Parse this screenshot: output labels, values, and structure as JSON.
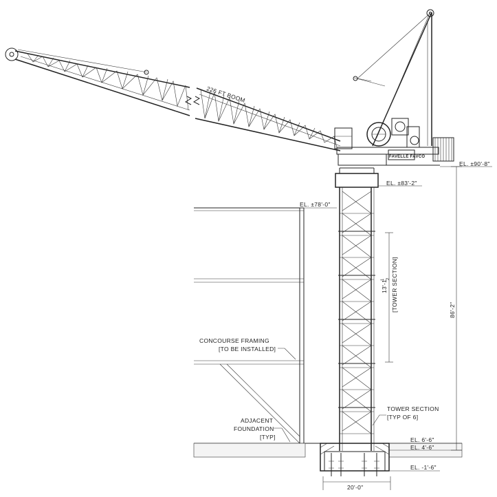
{
  "labels": {
    "boom": "226 FT BOOM",
    "el_top": "EL. ±90'-8\"",
    "el_collar": "EL. ±83'-2\"",
    "el_concourse": "EL. ±78'-0\"",
    "height_dim": "86'-2\"",
    "tower_section_dim_value": "13'-1",
    "tower_section_dim_frac_num": "1",
    "tower_section_dim_frac_den": "2",
    "tower_section_dim_note": "[TOWER SECTION]",
    "concourse_line1": "CONCOURSE FRAMING",
    "concourse_line2": "[TO BE INSTALLED]",
    "tower_line1": "TOWER SECTION",
    "tower_line2": "[TYP OF 6]",
    "foundation_line1": "ADJACENT",
    "foundation_line2": "FOUNDATION",
    "foundation_line3": "[TYP]",
    "el_grade1": "EL. 6'-6\"",
    "el_grade2": "EL. 4'-6\"",
    "el_bottom": "EL. -1'-6\"",
    "base_width": "20'-0\"",
    "nameplate": "FAVELLE FAVCO"
  },
  "icons": {
    "boom_tip_sheave": "sheave-icon",
    "a_frame_sheave": "sheave-icon",
    "winch_drum": "winch-drum-icon"
  }
}
